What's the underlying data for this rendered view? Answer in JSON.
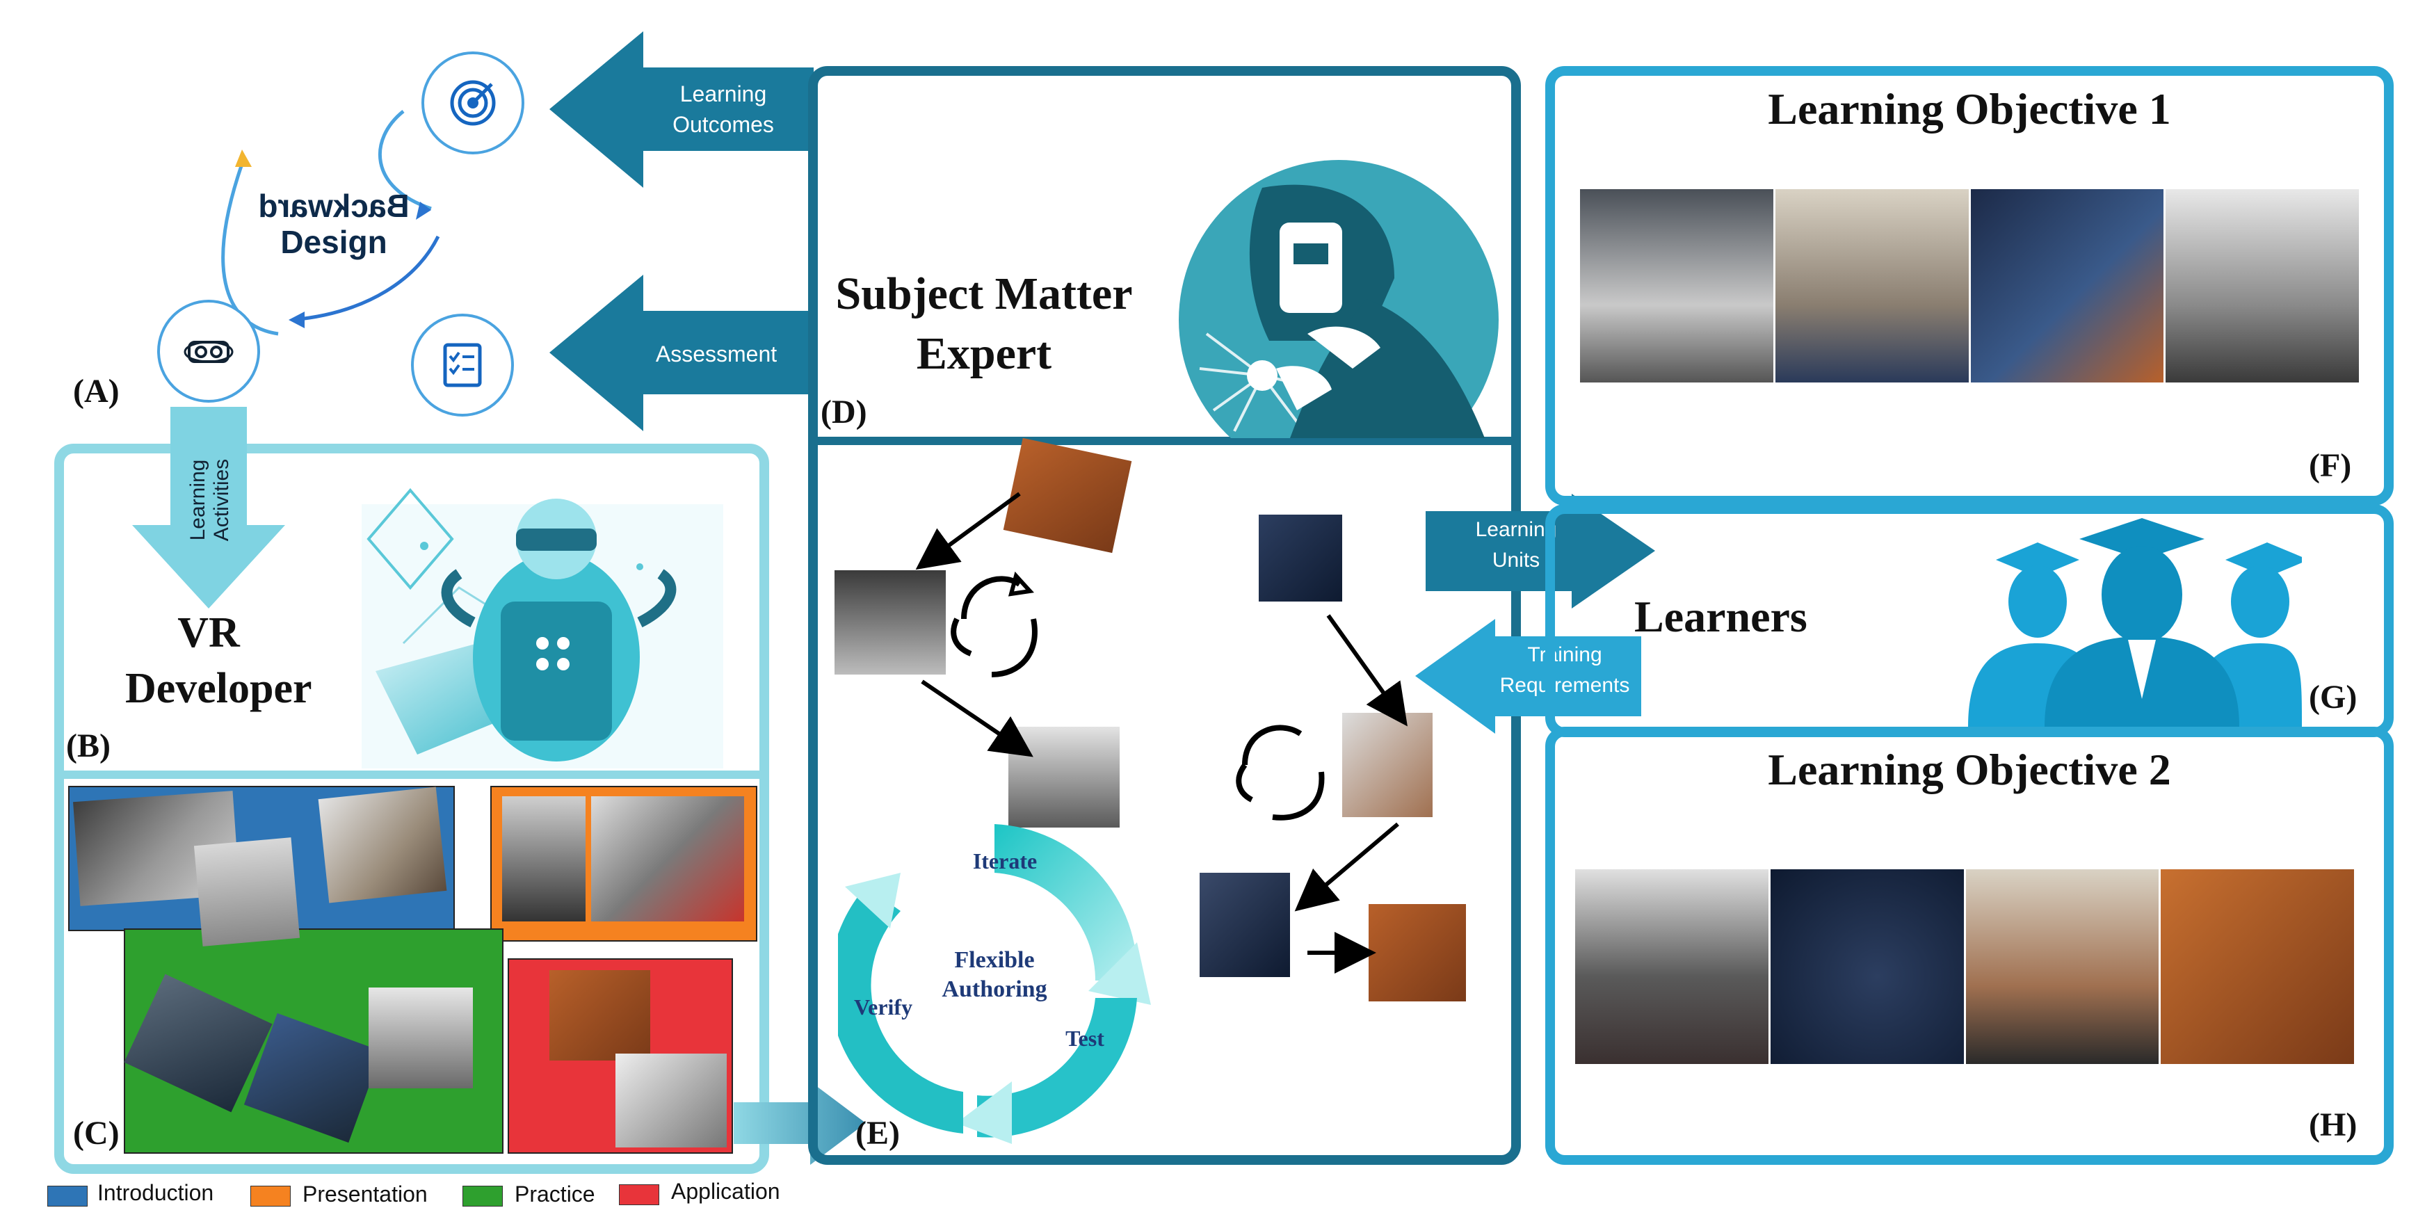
{
  "backward_design": {
    "line1": "Backward",
    "line2": "Design",
    "label": "(A)"
  },
  "arrows": {
    "learning_outcomes_1": "Learning",
    "learning_outcomes_2": "Outcomes",
    "assessment": "Assessment",
    "learning_activities_1": "Learning",
    "learning_activities_2": "Activities",
    "learning_units_1": "Learning",
    "learning_units_2": "Units",
    "training_requirements_1": "Training",
    "training_requirements_2": "Requirements"
  },
  "panel_b": {
    "title_line1": "VR",
    "title_line2": "Developer",
    "label": "(B)"
  },
  "panel_c": {
    "label": "(C)"
  },
  "panel_d": {
    "title_line1": "Subject Matter",
    "title_line2": "Expert",
    "label": "(D)"
  },
  "panel_e": {
    "label": "(E)",
    "cycle_center_1": "Flexible",
    "cycle_center_2": "Authoring",
    "iterate": "Iterate",
    "test": "Test",
    "verify": "Verify"
  },
  "panel_f": {
    "title": "Learning Objective 1",
    "label": "(F)"
  },
  "panel_g": {
    "title": "Learners",
    "label": "(G)"
  },
  "panel_h": {
    "title": "Learning Objective 2",
    "label": "(H)"
  },
  "legend": [
    {
      "label": "Introduction",
      "color": "#2e75b6"
    },
    {
      "label": "Presentation",
      "color": "#f58220"
    },
    {
      "label": "Practice",
      "color": "#2ea02e"
    },
    {
      "label": "Application",
      "color": "#e8343a"
    }
  ],
  "colors": {
    "dark_teal": "#1a7a9c",
    "light_teal": "#5ac8d8",
    "cyan_arrow": "#4db8cc",
    "deep_border": "#1a6f8e",
    "learners_border": "#2aa7d4"
  }
}
